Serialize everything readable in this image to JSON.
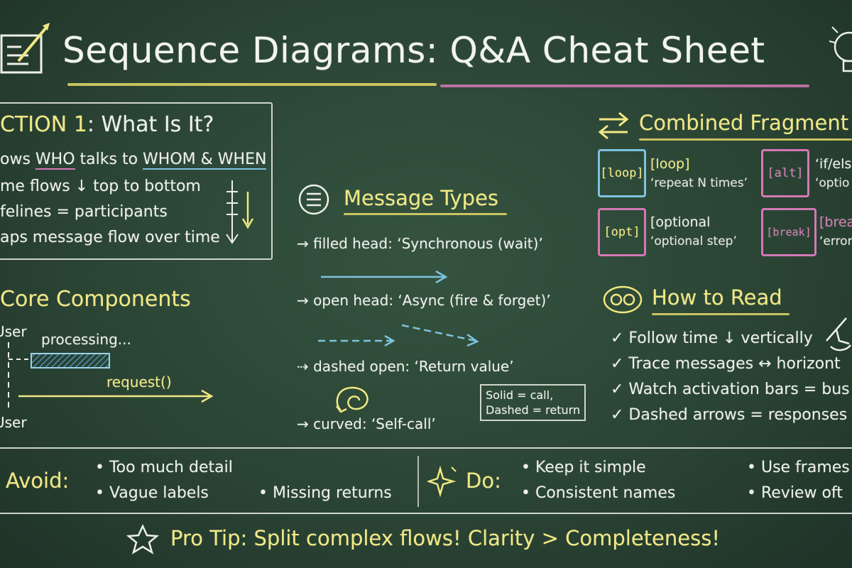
{
  "title": "Sequence Diagrams: Q&A Cheat Sheet",
  "section1": {
    "heading_prefix": "CTION 1",
    "heading_rest": ": What Is It?",
    "line1_a": "ows ",
    "line1_who": "WHO",
    "line1_b": " talks to ",
    "line1_whom": "WHOM & WHEN",
    "line2": "me flows ↓ top to bottom",
    "line3": "felines = participants",
    "line4": "aps message flow over time"
  },
  "core": {
    "heading": "Core Components",
    "user_top": "User",
    "processing": "processing...",
    "request": "request()",
    "user_bottom": "User"
  },
  "message_types": {
    "heading": "Message Types",
    "items": [
      "→ filled head: ‘Synchronous (wait)’",
      "→ open head: ‘Async (fire & forget)’",
      "⇢ dashed open: ‘Return value’",
      "→ curved: ‘Self-call’"
    ],
    "note_line1": "Solid = call,",
    "note_line2": "Dashed = return"
  },
  "fragments": {
    "heading": "Combined Fragment",
    "items": [
      {
        "tag": "[loop]",
        "label": "[loop]",
        "desc": "‘repeat N times’",
        "color": "#7ec3e0"
      },
      {
        "tag": "[alt]",
        "label": "‘if/els",
        "desc": "‘optio",
        "color": "#d479b5"
      },
      {
        "tag": "[opt]",
        "label": "[optional",
        "desc": "‘optional step’",
        "color": "#d479b5"
      },
      {
        "tag": "[break]",
        "label": "[brea",
        "desc": "‘error",
        "color": "#d479b5"
      }
    ]
  },
  "how_to_read": {
    "heading": "How to Read",
    "items": [
      "✓ Follow time ↓ vertically",
      "✓ Trace messages ↔ horizont",
      "✓ Watch activation bars = bus",
      "✓ Dashed arrows = responses"
    ]
  },
  "avoid": {
    "label": "Avoid:",
    "items": [
      "• Too much detail",
      "• Vague labels",
      "• Missing returns"
    ]
  },
  "do": {
    "label": "Do:",
    "items": [
      "• Keep it simple",
      "• Consistent names",
      "• Use frames",
      "• Review oft"
    ]
  },
  "pro_tip": "Pro Tip: Split complex flows! Clarity > Completeness!",
  "colors": {
    "board": "#2b4535",
    "chalk_yellow": "#f1e883",
    "chalk_pink": "#d479b5",
    "chalk_blue": "#7ec3e0",
    "chalk_white": "#eef0e8"
  },
  "icons": [
    "notepad-pencil-icon",
    "lightbulb-icon",
    "list-circle-icon",
    "swap-arrows-icon",
    "eyes-icon",
    "pointing-hand-icon",
    "sparkle-icon",
    "star-icon"
  ]
}
